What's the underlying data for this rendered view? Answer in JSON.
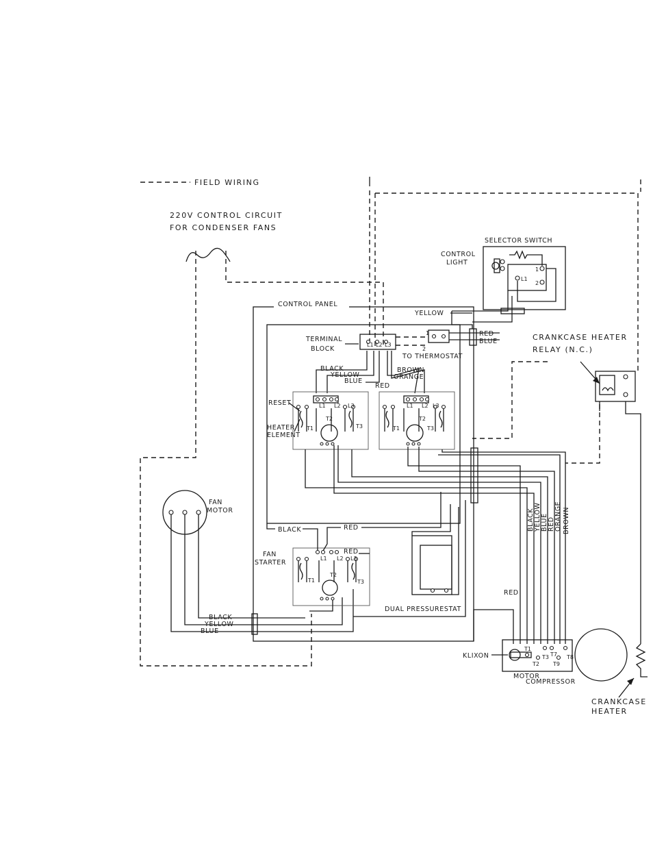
{
  "labels": {
    "legend": "FIELD WIRING",
    "circuit_line1": "220V CONTROL CIRCUIT",
    "circuit_line2": "FOR CONDENSER FANS",
    "control_panel": "CONTROL PANEL",
    "selector_switch": "SELECTOR SWITCH",
    "control_light_1": "CONTROL",
    "control_light_2": "LIGHT",
    "terminal_block_1": "TERMINAL",
    "terminal_block_2": "BLOCK",
    "to_thermostat": "TO THERMOSTAT",
    "crankcase_relay_1": "CRANKCASE HEATER",
    "crankcase_relay_2": "RELAY (N.C.)",
    "reset": "RESET",
    "heater_element_1": "HEATER",
    "heater_element_2": "ELEMENT",
    "fan_motor_1": "FAN",
    "fan_motor_2": "MOTOR",
    "fan_starter_1": "FAN",
    "fan_starter_2": "STARTER",
    "dual_pressurestat": "DUAL PRESSURESTAT",
    "klixon": "KLIXON",
    "motor_compressor_1": "MOTOR",
    "motor_compressor_2": "COMPRESSOR",
    "crankcase_heater_1": "CRANKCASE",
    "crankcase_heater_2": "HEATER"
  },
  "wires": {
    "yellow": "YELLOW",
    "red": "RED",
    "blue": "BLUE",
    "black": "BLACK",
    "brown": "BROWN",
    "orange": "ORANGE"
  },
  "terminals": {
    "l1": "L1",
    "l2": "L2",
    "l3": "L3",
    "t1": "T1",
    "t2": "T2",
    "t3": "T3",
    "t7": "T7",
    "t8": "T8",
    "t9": "T9",
    "one": "1",
    "two": "2"
  }
}
